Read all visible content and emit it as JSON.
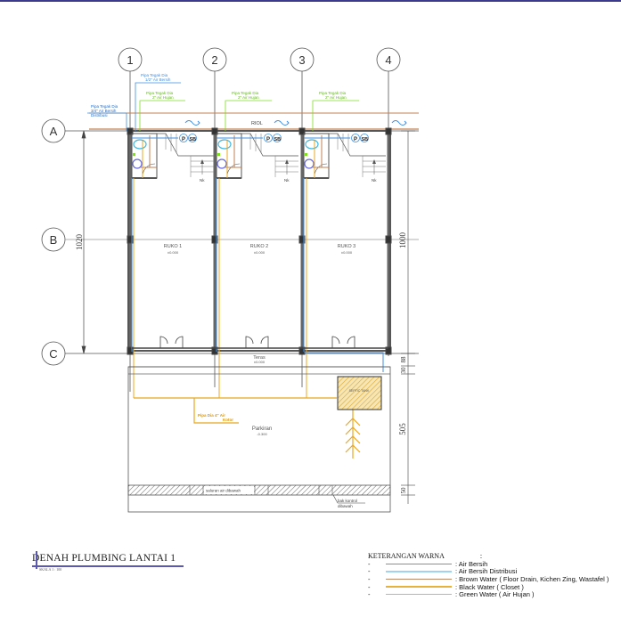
{
  "drawing": {
    "title": "DENAH PLUMBING LANTAI 1",
    "scale": "SKALA 1 : 100",
    "grid_columns": [
      "1",
      "2",
      "3",
      "4"
    ],
    "grid_rows": [
      "A",
      "B",
      "C"
    ],
    "rooms": [
      {
        "name": "RUKO 1",
        "level": "±0.000"
      },
      {
        "name": "RUKO 2",
        "level": "±0.000"
      },
      {
        "name": "RUKO 3",
        "level": "±0.000"
      }
    ],
    "terrace": {
      "name": "Teras",
      "level": "±0.000"
    },
    "parking": {
      "name": "Parkiran",
      "level": "-0.300"
    },
    "riol_label": "RIOL",
    "stair_label": "Nk",
    "fixtures": {
      "p": "P",
      "sb": "SB"
    },
    "septic_tank": "SEPTIC TANK",
    "annotations": {
      "pipe_clean": [
        "Pipa Tegak Dia",
        "1/2\" Air Bersih"
      ],
      "pipe_rain": [
        "Pipa Tegak Dia",
        "2\" Air Hujan"
      ],
      "pipe_distribution": [
        "Pipa Tegak Dia",
        "3/4\" Air Bersih",
        "Distribusi"
      ],
      "pipe_dirty": [
        "Pipa Dia 4\" Air",
        "Kotor"
      ],
      "drain_channel": "saluran air dibawah",
      "control_box": [
        "bak kontrol",
        "dibawah"
      ]
    },
    "dimensions": {
      "left_total": "1020",
      "right_main": "1000",
      "right_a": "88",
      "right_b": "30",
      "right_parking": "505",
      "right_channel": "50"
    }
  },
  "legend": {
    "title": "KETERANGAN WARNA",
    "colon": ":",
    "items": [
      {
        "dash": "-",
        "color": "#5b9bd5",
        "label": ": Air Bersih"
      },
      {
        "dash": "-",
        "color": "#9fd3f0",
        "label": ": Air Bersih Distribusi"
      },
      {
        "dash": "-",
        "color": "#b98a66",
        "label": ": Brown Water ( Floor Drain, Kichen Zing, Wastafel )"
      },
      {
        "dash": "-",
        "color": "#e8b23a",
        "label": ": Black Water ( Closet )"
      },
      {
        "dash": "-",
        "color": "#8fe03a",
        "label": ": Green Water ( Air Hujan )"
      }
    ]
  },
  "colors": {
    "clean_water": "#3f8fe0",
    "distribution_water": "#6fc8f0",
    "brown_water": "#c08050",
    "black_water": "#e8a820",
    "green_water": "#7fdf20",
    "wall": "#555555",
    "grid": "#888888",
    "accent": "#3b3a8c"
  }
}
